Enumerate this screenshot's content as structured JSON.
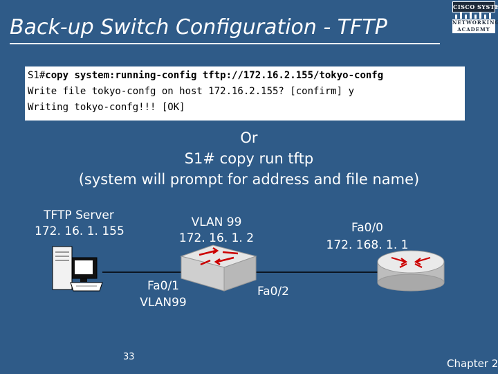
{
  "title": "Back-up Switch Configuration - TFTP",
  "logo": {
    "line1": "CISCO SYSTEMS",
    "line2": "NETWORKING",
    "line3": "ACADEMY"
  },
  "console": {
    "lines": [
      {
        "prompt": "S1#",
        "command": "copy system:running-config tftp://172.16.2.155/tokyo-confg"
      },
      {
        "text": "Write file tokyo-confg on host 172.16.2.155? [confirm] y"
      },
      {
        "text": "Writing tokyo-confg!!! [OK]"
      }
    ]
  },
  "alt": {
    "or": "Or",
    "command": "S1# copy run tftp",
    "note": "(system will prompt for address and file name)"
  },
  "diagram": {
    "server": {
      "name": "TFTP Server",
      "ip": "172. 16. 1. 155"
    },
    "switch": {
      "vlan": "VLAN 99",
      "ip": "172. 16. 1. 2",
      "port_left": "Fa0/1",
      "port_left_vlan": "VLAN99",
      "port_right": "Fa0/2"
    },
    "router": {
      "port": "Fa0/0",
      "ip": "172. 168. 1. 1"
    }
  },
  "footer": {
    "page": "33",
    "chapter": "Chapter 2"
  }
}
